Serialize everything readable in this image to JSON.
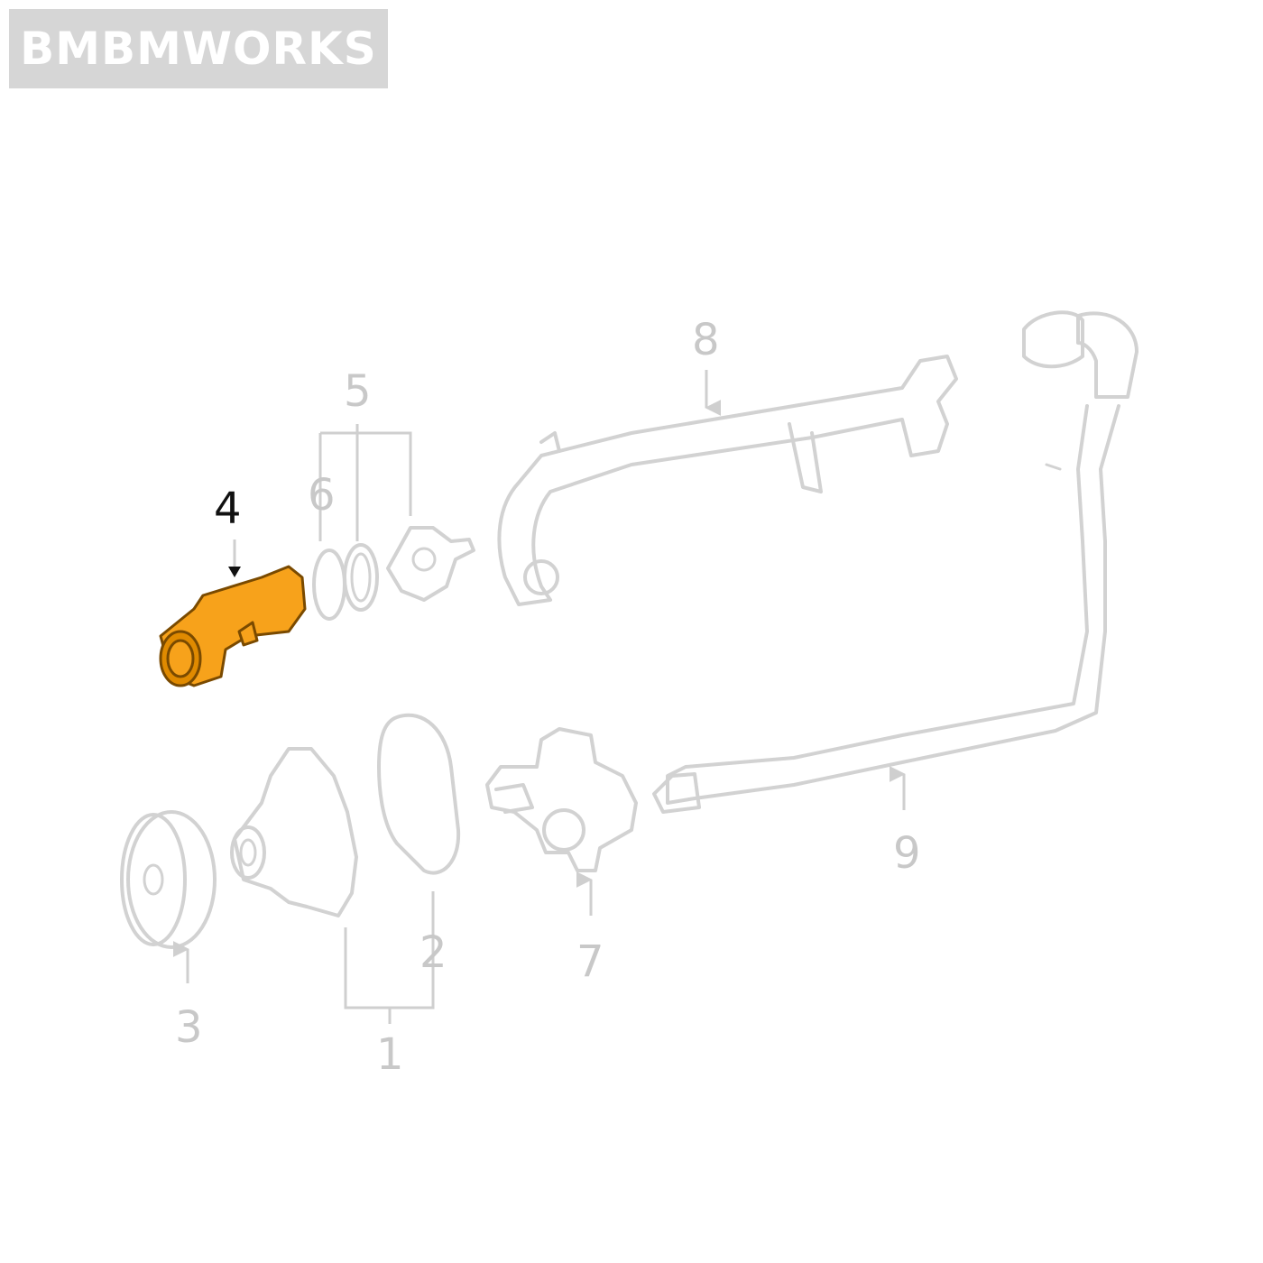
{
  "brand": {
    "text": "BMBMWORKS"
  },
  "colors": {
    "highlight": "#f7a21b",
    "line": "#d2d2d2",
    "label": "#c8c8c8",
    "label_highlight": "#111111"
  },
  "callouts": {
    "c1": "1",
    "c2": "2",
    "c3": "3",
    "c4": "4",
    "c5": "5",
    "c6": "6",
    "c7": "7",
    "c8": "8",
    "c9": "9"
  }
}
